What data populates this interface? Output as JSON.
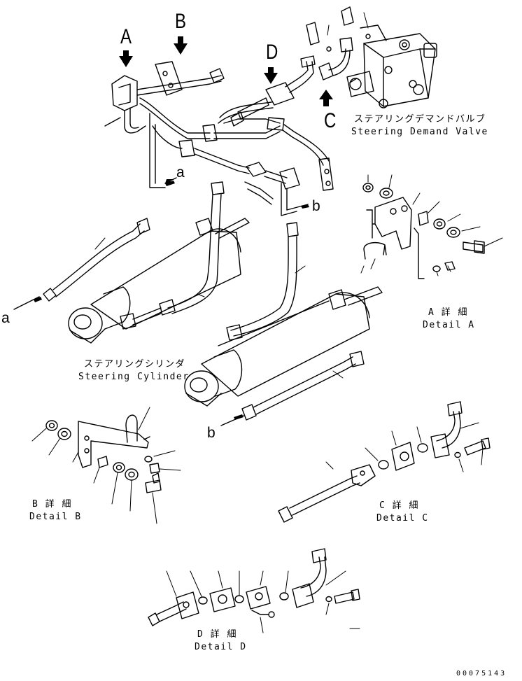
{
  "views": {
    "A": "A",
    "B": "B",
    "C": "C",
    "D": "D",
    "a_left": "a",
    "a_upper": "a",
    "b_upper": "b",
    "b_lower": "b"
  },
  "captions": {
    "steering_demand_valve_jp": "ステアリングデマンドバルブ",
    "steering_demand_valve_en": "Steering Demand Valve",
    "steering_cylinder_jp": "ステアリングシリンダ",
    "steering_cylinder_en": "Steering Cylinder",
    "detail_a_jp": "A 詳 細",
    "detail_a_en": "Detail A",
    "detail_b_jp": "B 詳 細",
    "detail_b_en": "Detail B",
    "detail_c_jp": "C 詳 細",
    "detail_c_en": "Detail C",
    "detail_d_jp": "D 詳 細",
    "detail_d_en": "Detail D"
  },
  "drawing_code": "00075143"
}
